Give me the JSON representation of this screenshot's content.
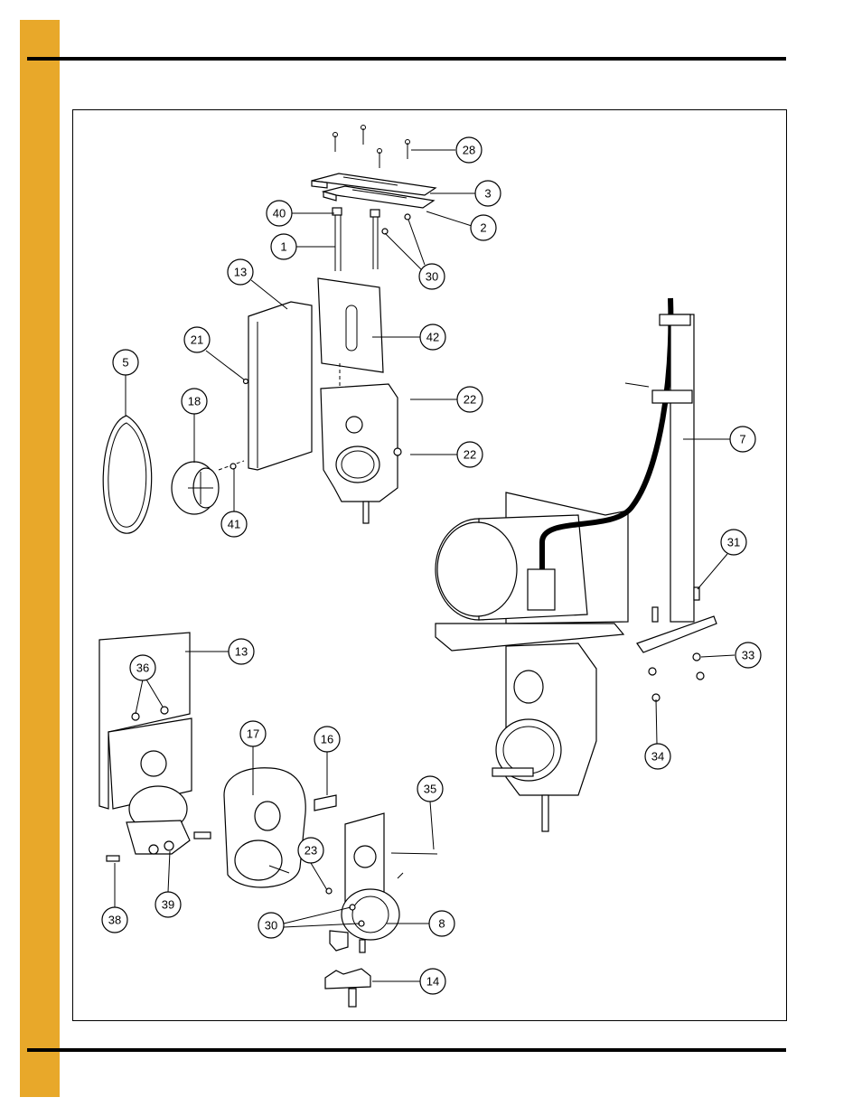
{
  "page": {
    "accent_color": "#e8a82a",
    "rule_color": "#000000"
  },
  "diagram": {
    "type": "exploded-parts-view",
    "callouts": [
      {
        "id": "c28",
        "label": "28"
      },
      {
        "id": "c3",
        "label": "3"
      },
      {
        "id": "c2",
        "label": "2"
      },
      {
        "id": "c40",
        "label": "40"
      },
      {
        "id": "c1",
        "label": "1"
      },
      {
        "id": "c30a",
        "label": "30"
      },
      {
        "id": "c13a",
        "label": "13"
      },
      {
        "id": "c42",
        "label": "42"
      },
      {
        "id": "c21",
        "label": "21"
      },
      {
        "id": "c5",
        "label": "5"
      },
      {
        "id": "c18",
        "label": "18"
      },
      {
        "id": "c22a",
        "label": "22"
      },
      {
        "id": "c22b",
        "label": "22"
      },
      {
        "id": "c41",
        "label": "41"
      },
      {
        "id": "c7",
        "label": "7"
      },
      {
        "id": "c31",
        "label": "31"
      },
      {
        "id": "c33",
        "label": "33"
      },
      {
        "id": "c34",
        "label": "34"
      },
      {
        "id": "c13b",
        "label": "13"
      },
      {
        "id": "c36",
        "label": "36"
      },
      {
        "id": "c17",
        "label": "17"
      },
      {
        "id": "c16",
        "label": "16"
      },
      {
        "id": "c35",
        "label": "35"
      },
      {
        "id": "c23",
        "label": "23"
      },
      {
        "id": "c38",
        "label": "38"
      },
      {
        "id": "c39",
        "label": "39"
      },
      {
        "id": "c30b",
        "label": "30"
      },
      {
        "id": "c8",
        "label": "8"
      },
      {
        "id": "c14",
        "label": "14"
      }
    ]
  }
}
